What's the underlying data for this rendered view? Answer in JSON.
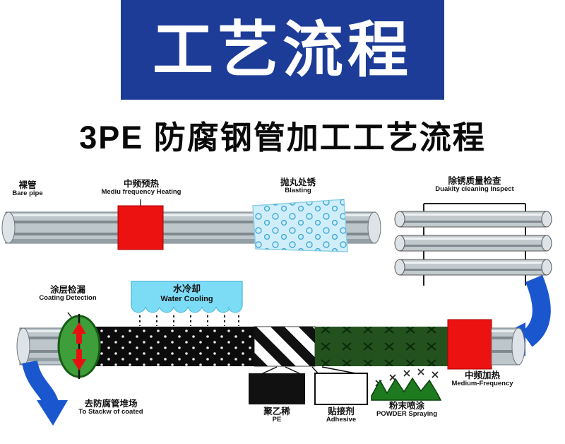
{
  "header": {
    "title": "工艺流程"
  },
  "subtitle": "3PE 防腐钢管加工工艺流程",
  "labels": {
    "bare_pipe": {
      "cn": "裸管",
      "en": "Bare pipe"
    },
    "preheat": {
      "cn": "中频预热",
      "en": "Mediu frequency Heating"
    },
    "blasting": {
      "cn": "抛丸处锈",
      "en": "Blasting"
    },
    "inspect": {
      "cn": "除锈质量检查",
      "en": "Duakity cleaning Inspect"
    },
    "coating_detection": {
      "cn": "涂层检漏",
      "en": "Coating Detection"
    },
    "water_cooling": {
      "cn": "水冷却",
      "en": "Water Cooling"
    },
    "medium_frequency": {
      "cn": "中频加热",
      "en": "Medium-Frequency"
    },
    "pe": {
      "cn": "聚乙稀",
      "en": "PE"
    },
    "adhesive": {
      "cn": "贴接剂",
      "en": "Adhesive"
    },
    "powder": {
      "cn": "粉末喷涂",
      "en": "POWDER Spraying"
    },
    "stack": {
      "cn": "去防腐管堆场",
      "en": "To Stackw of coated"
    }
  },
  "colors": {
    "banner_blue": "#1d3c97",
    "arrow_blue": "#1a57cf",
    "heater_red": "#ec1212",
    "detector_green": "#3e9e39",
    "powder_green": "#24521f",
    "cooling_blue": "#7ddcf5",
    "blasting_blue": "#cfeef9",
    "pipe_gray": "#bdc6ca"
  }
}
